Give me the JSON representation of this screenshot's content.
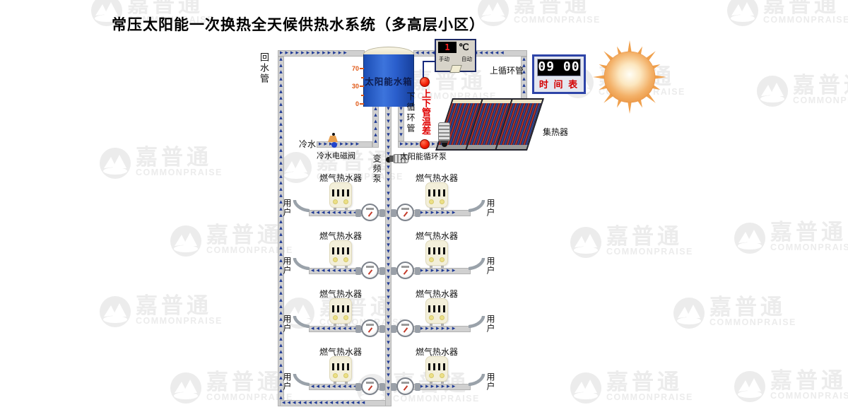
{
  "title": "常压太阳能一次换热全天候供热水系统（多高层小区）",
  "watermark": {
    "cn": "嘉普通",
    "en": "COMMONPRAISE"
  },
  "tank": {
    "label": "太阳能水箱",
    "scale": [
      "70",
      "30",
      "0"
    ]
  },
  "controller": {
    "value": "1",
    "unit": "℃",
    "manual_label": "手动",
    "auto_label": "自动"
  },
  "clock": {
    "time": "09 00",
    "label": "时 间 表"
  },
  "labels": {
    "return_pipe": "回水管",
    "upper_loop_pipe": "上循环管",
    "lower_loop_pipe": "下循环管",
    "temp_diff": "上下管温差",
    "cold_water": "冷水",
    "solenoid_valve": "冷水电磁阀",
    "frequency_pump": "变频泵",
    "solar_pump": "太阳能循环泵",
    "collector": "集热器"
  },
  "rows": [
    {
      "heater_left": "燃气热水器",
      "heater_right": "燃气热水器",
      "user_left": "用户",
      "user_right": "用户"
    },
    {
      "heater_left": "燃气热水器",
      "heater_right": "燃气热水器",
      "user_left": "用户",
      "user_right": "用户"
    },
    {
      "heater_left": "燃气热水器",
      "heater_right": "燃气热水器",
      "user_left": "用户",
      "user_right": "用户"
    },
    {
      "heater_left": "燃气热水器",
      "heater_right": "燃气热水器",
      "user_left": "用户",
      "user_right": "用户"
    }
  ]
}
